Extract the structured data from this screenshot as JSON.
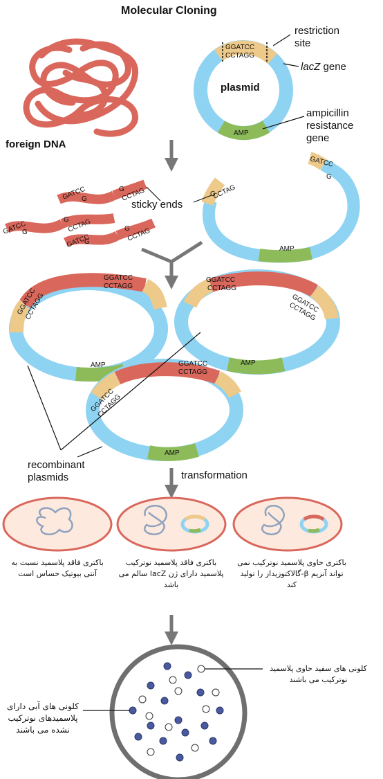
{
  "title": "Molecular Cloning",
  "labels": {
    "foreign_dna": "foreign DNA",
    "plasmid": "plasmid",
    "restriction_site": [
      "restriction",
      "site"
    ],
    "lacz": "lacZ",
    "lacz_gene": " gene",
    "ampicillin": [
      "ampicillin",
      "resistance",
      "gene"
    ],
    "sticky_ends": "sticky ends",
    "recombinant": [
      "recombinant",
      "plasmids"
    ],
    "transformation": "transformation",
    "amp": "AMP",
    "seq_top": "GGATCC",
    "seq_bottom": "CCTAGG",
    "gatcc": "GATCC",
    "cctag": "CCTAG",
    "g": "G"
  },
  "bacteria_captions": [
    "باکتری فاقد پلاسمید  نسبت به آنتی بیوتیک حساس است",
    "باکتری فاقد پلاسمید نوترکیب پلاسمید دارای ژن lacZ سالم می باشد",
    "باکتری حاوی پلاسمید نوترکیب نمی تواند آنزیم β-گالاکتوزیداز را تولید کند"
  ],
  "plate_labels": {
    "white_colonies": "کلونی های سفید حاوی پلاسمید نوترکیب می باشند",
    "blue_colonies": "کلونی های آبی دارای پلاسمیدهای نوترکیب نشده می باشند"
  },
  "colors": {
    "dna_red": "#d9675c",
    "plasmid_blue": "#8fd3f2",
    "amp_green": "#8dbb5a",
    "site_tan": "#edc98a",
    "arrow_gray": "#777777",
    "cell_fill": "#fde9dd",
    "cell_border": "#d9675c",
    "colony_blue": "#4a5aa0",
    "plate_border": "#6f6f6f"
  }
}
